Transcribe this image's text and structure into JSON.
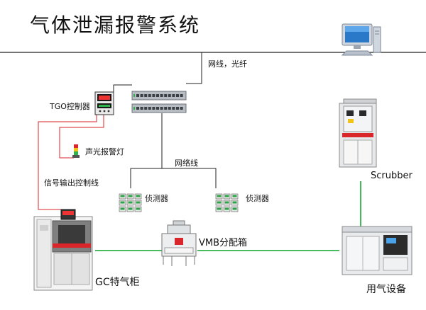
{
  "title": "气体泄漏报警系统",
  "labels": {
    "network_fiber": "网线，光纤",
    "tgo_controller": "TGO控制器",
    "alarm_light": "声光报警灯",
    "network_cable": "网络线",
    "signal_output": "信号输出控制线",
    "detector_left": "侦测器",
    "detector_right": "侦测器",
    "scrubber": "Scrubber",
    "vmb_box": "VMB分配箱",
    "gc_cabinet": "GC特气柜",
    "gas_equipment": "用气设备"
  },
  "colors": {
    "green_line": "#2fb34a",
    "red_line": "#d9262b",
    "dark_line": "#222222"
  },
  "icons": {
    "computer": "computer-icon",
    "switch": "network-switch-icon",
    "controller": "tgo-controller-icon",
    "light": "signal-tower-icon",
    "detector": "gas-detector-icon",
    "scrubber": "scrubber-icon",
    "vmb": "vmb-box-icon",
    "cabinet": "gas-cabinet-icon",
    "equipment": "gas-equipment-icon"
  }
}
